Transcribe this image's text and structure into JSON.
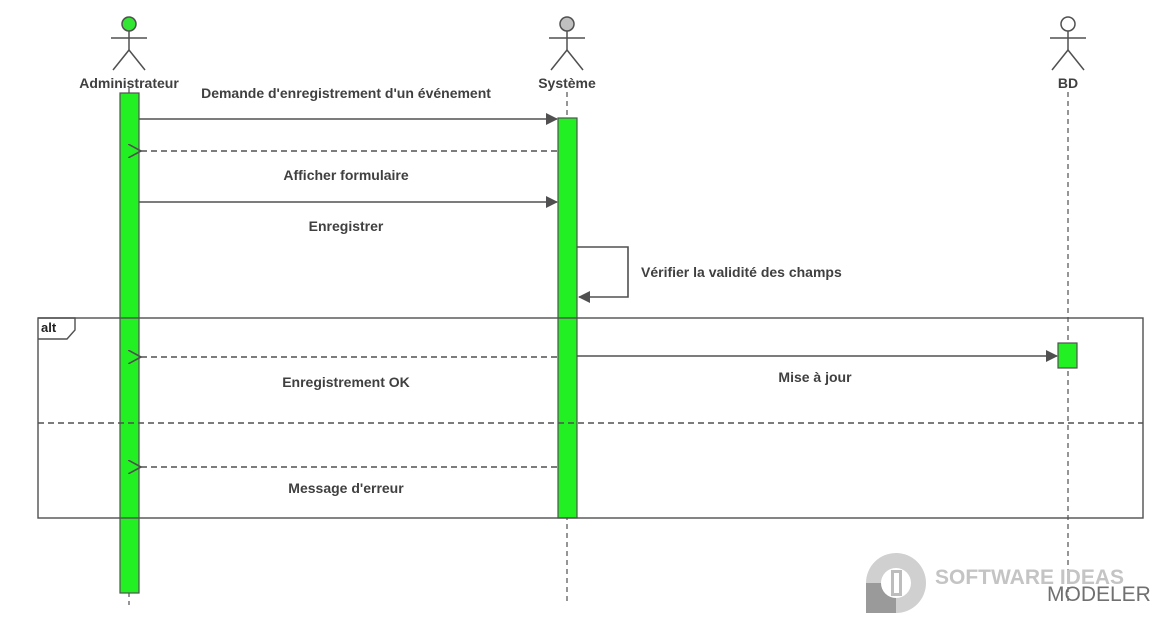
{
  "diagram": {
    "type": "sequence",
    "colors": {
      "activation_fill": "#22f022",
      "actor_head_admin": "#33e633",
      "actor_head_system": "#c0c0c0",
      "actor_head_bd": "#ffffff",
      "line": "#505050",
      "text": "#404040"
    },
    "actors": [
      {
        "id": "admin",
        "name": "Administrateur"
      },
      {
        "id": "system",
        "name": "Système"
      },
      {
        "id": "bd",
        "name": "BD"
      }
    ],
    "messages": [
      {
        "from": "admin",
        "to": "system",
        "kind": "sync",
        "label": "Demande d'enregistrement d'un événement"
      },
      {
        "from": "system",
        "to": "admin",
        "kind": "return",
        "label": "Afficher formulaire"
      },
      {
        "from": "admin",
        "to": "system",
        "kind": "sync",
        "label": "Enregistrer"
      },
      {
        "from": "system",
        "to": "system",
        "kind": "self",
        "label": "Vérifier la validité des champs"
      },
      {
        "from": "system",
        "to": "bd",
        "kind": "sync",
        "label": "Mise à jour"
      },
      {
        "from": "system",
        "to": "admin",
        "kind": "return",
        "label": "Enregistrement OK"
      },
      {
        "from": "system",
        "to": "admin",
        "kind": "return",
        "label": "Message d'erreur"
      }
    ],
    "fragment": {
      "operator": "alt"
    }
  },
  "watermark": {
    "line1": "SOFTWARE IDEAS",
    "line2": "MODELER"
  }
}
